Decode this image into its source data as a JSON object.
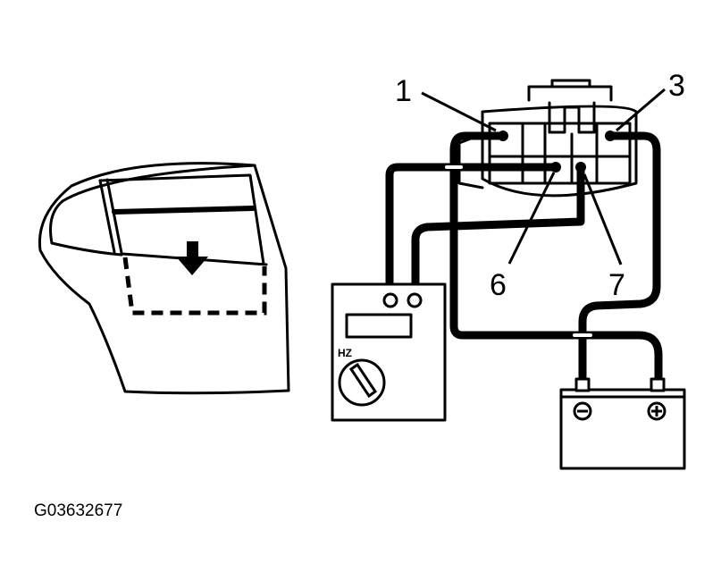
{
  "callouts": {
    "pin1": "1",
    "pin3": "3",
    "pin6": "6",
    "pin7": "7"
  },
  "meter": {
    "dial_label": "HZ"
  },
  "battery": {
    "negative_symbol": "⊖",
    "positive_symbol": "⊕"
  },
  "figure_code": "G03632677"
}
